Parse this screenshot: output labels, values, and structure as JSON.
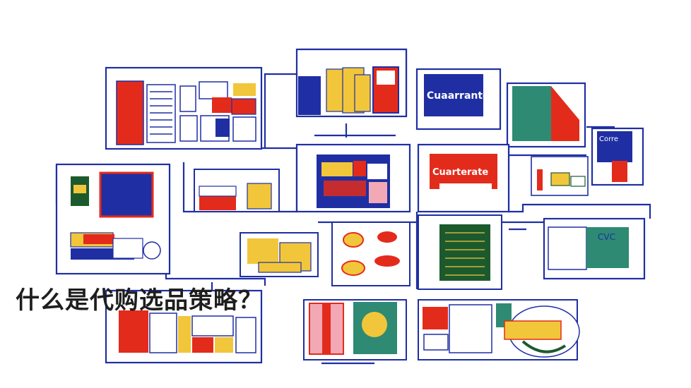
{
  "article": {
    "heading": "什么是代购选品策略？"
  },
  "illustration": {
    "description_icon": "flowchart-collage",
    "panel_labels": [
      "Cuaarrante",
      "Cuarterate",
      "Corre",
      "CVC"
    ],
    "palette": {
      "navy": "#1f2fa3",
      "red": "#e32b1c",
      "yellow": "#f2c63a",
      "teal": "#2e8a73",
      "green": "#1c5a2e",
      "pink": "#f3a9b5"
    }
  }
}
